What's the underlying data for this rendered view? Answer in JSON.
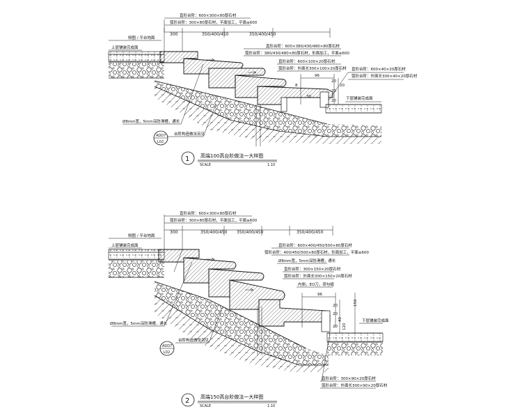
{
  "detail1": {
    "title": "高端100高台阶做法一大样图",
    "number": "1",
    "scale_label": "SCALE",
    "scale_value": "1:10",
    "dims": [
      "300",
      "350/400/450",
      "350/400/450"
    ],
    "dims_right": [
      "96",
      "20",
      "8",
      "20",
      "20",
      "20",
      "30"
    ],
    "notes": [
      "直形台阶：600×300×80厚石材",
      "弧形台阶：300×80厚石材，平面加工，平面≤600",
      "直形台阶：600×380/430/480×80厚石材",
      "弧形台阶：380/430/480×80厚石材，形面加工，平面≤600",
      "直形台阶：600×100×20厚石材",
      "弧形台阶：外面长300×100×20厚石材",
      "直形台阶：600×40×20厚石材",
      "弧形台阶：外面长300×40×20厚石材"
    ],
    "left_labels": [
      "侧图 / 平台地面",
      "上层铺装完成面"
    ],
    "right_label": "下层铺装完成面",
    "bottom_labels": [
      "Ø8mm宽，5mm深防滑槽，通长",
      "台阶构造做法另见"
    ],
    "callout_top": "ADD7",
    "callout_bottom": "L02"
  },
  "detail2": {
    "title": "高端150高台阶做法一大样图",
    "number": "2",
    "scale_label": "SCALE",
    "scale_value": "1:10",
    "dims": [
      "300",
      "350/400/450",
      "350/400/450",
      "350/400/450"
    ],
    "dims_right": [
      "96",
      "20",
      "20",
      "20",
      "150",
      "40",
      "120"
    ],
    "notes": [
      "直形台阶：600×300×80厚石材",
      "弧形台阶：300×80厚石材，平面加工，平面≤600",
      "直形台阶：600×400/450/500×80厚石材",
      "弧形台阶：400/450/500×80厚石材，形面加工，平面≤600",
      "Ø8mm宽，5mm深防滑槽，通长",
      "直形台阶：300×150×20厚石材",
      "弧形台阶：外面长300×150×20厚石材",
      "内侧，EO刀，须勾缝",
      "直形台阶：300×90×20厚石材",
      "弧形台阶：外面长300×90×20厚石材"
    ],
    "left_labels": [
      "侧图 / 平台地面",
      "上层铺装完成面"
    ],
    "right_label": "下层铺装完成面",
    "bottom_labels": [
      "Ø8mm宽，5mm深防滑槽，通长",
      "台阶构造做法另见"
    ],
    "callout_top": "ADD7",
    "callout_bottom": "L02"
  }
}
